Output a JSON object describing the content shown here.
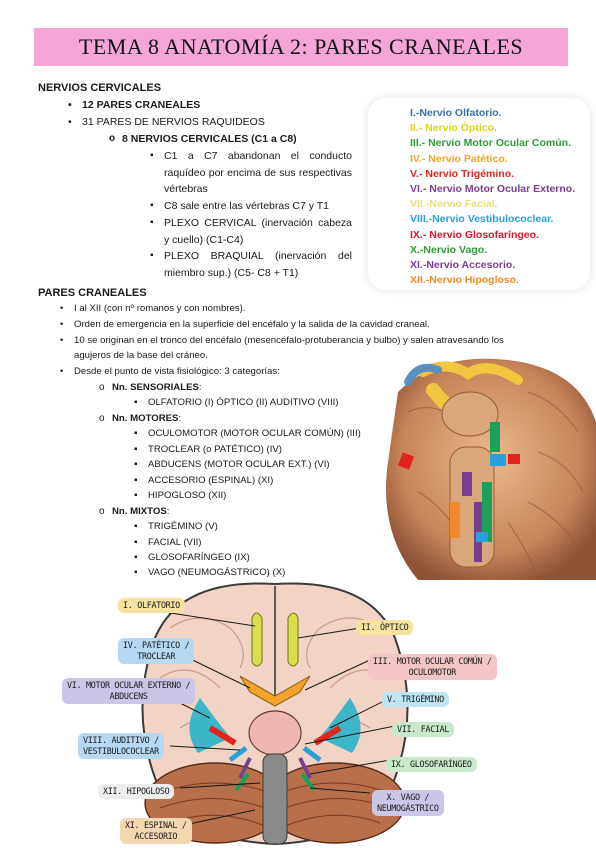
{
  "title": "TEMA 8 ANATOMÍA 2: PARES CRANEALES",
  "cervicales": {
    "heading": "NERVIOS CERVICALES",
    "b1": "12 PARES CRANEALES",
    "b2": "31 PARES DE NERVIOS RAQUIDEOS",
    "b3": "8 NERVIOS CERVICALES (C1 a C8)",
    "s1": "C1 a C7 abandonan el conducto raquídeo por encima de sus respectivas vértebras",
    "s2": "C8 sale entre las vértebras C7 y T1",
    "s3": "PLEXO CERVICAL (inervación cabeza y cuello) (C1-C4)",
    "s4": "PLEXO BRAQUIAL (inervación del miembro sup.) (C5- C8 + T1)"
  },
  "nerves": [
    {
      "label": "I.-Nervio Olfatorio.",
      "color": "#3a6fa8"
    },
    {
      "label": "II.- Nervio Óptico.",
      "color": "#d8d414"
    },
    {
      "label": "III.- Nervio Motor Ocular Común.",
      "color": "#2f9a3a"
    },
    {
      "label": "IV.- Nervio Patético.",
      "color": "#f3a32a"
    },
    {
      "label": "V.- Nervio Trigémino.",
      "color": "#e0261c"
    },
    {
      "label": "VI.- Nervio Motor Ocular Externo.",
      "color": "#7a3f8f"
    },
    {
      "label": "VII.-Nervio Facial.",
      "color": "#e8de7a"
    },
    {
      "label": "VIII.-Nervio Vestibulococlear.",
      "color": "#2c9fd8"
    },
    {
      "label": "IX.- Nervio Glosofaríngeo.",
      "color": "#d8182c"
    },
    {
      "label": "X.-Nervio Vago.",
      "color": "#2f9a3a"
    },
    {
      "label": "XI.-Nervio Accesorio.",
      "color": "#7a3f8f"
    },
    {
      "label": "XII.-Nervio Hipogloso.",
      "color": "#f08a2a"
    }
  ],
  "pares": {
    "heading": "PARES CRANEALES",
    "b1": "I al XII (con nº romanos y con nombres).",
    "b2": "Orden de emergencia en la superficie del encéfalo y la salida de la cavidad craneal.",
    "b3a": "10 se originan en el tronco del encéfalo (mesencéfalo-protuberancia y bulbo) y salen atravesando los",
    "b3b": "agujeros de la base del cráneo.",
    "b4": "Desde el punto de vista fisiológico: 3 categorías:",
    "sens_label": "Nn. SENSORIALES",
    "sens_1": "OLFATORIO (I) ÓPTICO (II) AUDITIVO (VIII)",
    "mot_label": "Nn. MOTORES",
    "mot_1": "OCULOMOTOR (MOTOR OCULAR COMÚN) (III)",
    "mot_2": "TROCLEAR (o PATÉTICO) (IV)",
    "mot_3": "ABDUCENS (MOTOR OCULAR EXT.) (VI)",
    "mot_4": "ACCESORIO (ESPINAL) (XI)",
    "mot_5": "HIPOGLOSO (XII)",
    "mix_label": "Nn. MIXTOS",
    "mix_1": "TRIGÉMINO (V)",
    "mix_2": "FACIAL (VII)",
    "mix_3": "GLOSOFARÍNGEO (IX)",
    "mix_4": "VAGO (NEUMOGÁSTRICO) (X)"
  },
  "diagram": {
    "t1": "I. OLFATORIO",
    "t2": "II. ÓPTICO",
    "t3a": "III. MOTOR OCULAR COMÚN /",
    "t3b": "OCULOMOTOR",
    "t4a": "IV. PATÉTICO /",
    "t4b": "TROCLEAR",
    "t5": "V. TRIGÉMINO",
    "t6a": "VI. MOTOR OCULAR EXTERNO /",
    "t6b": "ABDUCENS",
    "t7": "VII. FACIAL",
    "t8a": "VIII. AUDITIVO /",
    "t8b": "VESTIBULOCOCLEAR",
    "t9": "IX. GLOSOFARÍNGEO",
    "t10a": "X. VAGO /",
    "t10b": "NEUMOGÁSTRICO",
    "t11a": "XI. ESPINAL /",
    "t11b": "ACCESORIO",
    "t12": "XII. HIPOGLOSO"
  }
}
